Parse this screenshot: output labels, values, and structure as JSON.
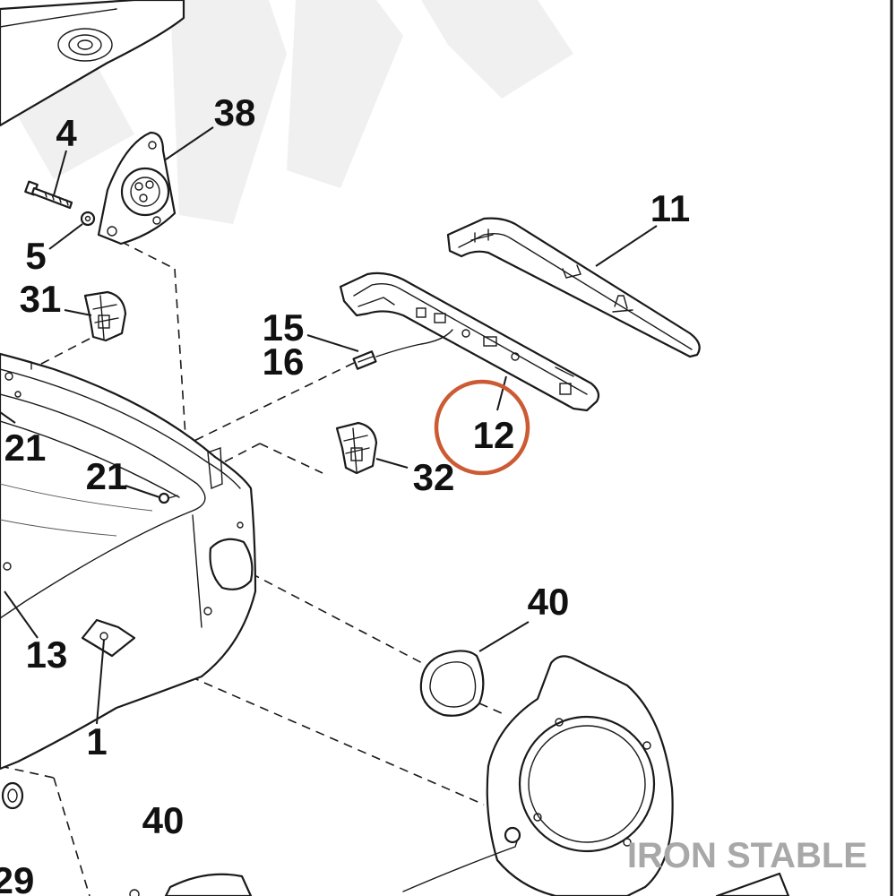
{
  "diagram": {
    "callouts": [
      {
        "id": "c4",
        "text": "4"
      },
      {
        "id": "c38",
        "text": "38"
      },
      {
        "id": "c5",
        "text": "5"
      },
      {
        "id": "c31",
        "text": "31"
      },
      {
        "id": "c11",
        "text": "11"
      },
      {
        "id": "c15",
        "text": "15"
      },
      {
        "id": "c16",
        "text": "16"
      },
      {
        "id": "c12",
        "text": "12"
      },
      {
        "id": "c21a",
        "text": "21"
      },
      {
        "id": "c21b",
        "text": "21"
      },
      {
        "id": "c32",
        "text": "32"
      },
      {
        "id": "c40a",
        "text": "40"
      },
      {
        "id": "c13",
        "text": "13"
      },
      {
        "id": "c1",
        "text": "1"
      },
      {
        "id": "c40b",
        "text": "40"
      },
      {
        "id": "c29",
        "text": "29"
      }
    ],
    "highlighted_part": "12",
    "watermark": "IRON STABLE",
    "colors": {
      "highlight_ring": "#cc5a33",
      "watermark": "#a8a8a8",
      "line": "#1a1a1a"
    }
  }
}
